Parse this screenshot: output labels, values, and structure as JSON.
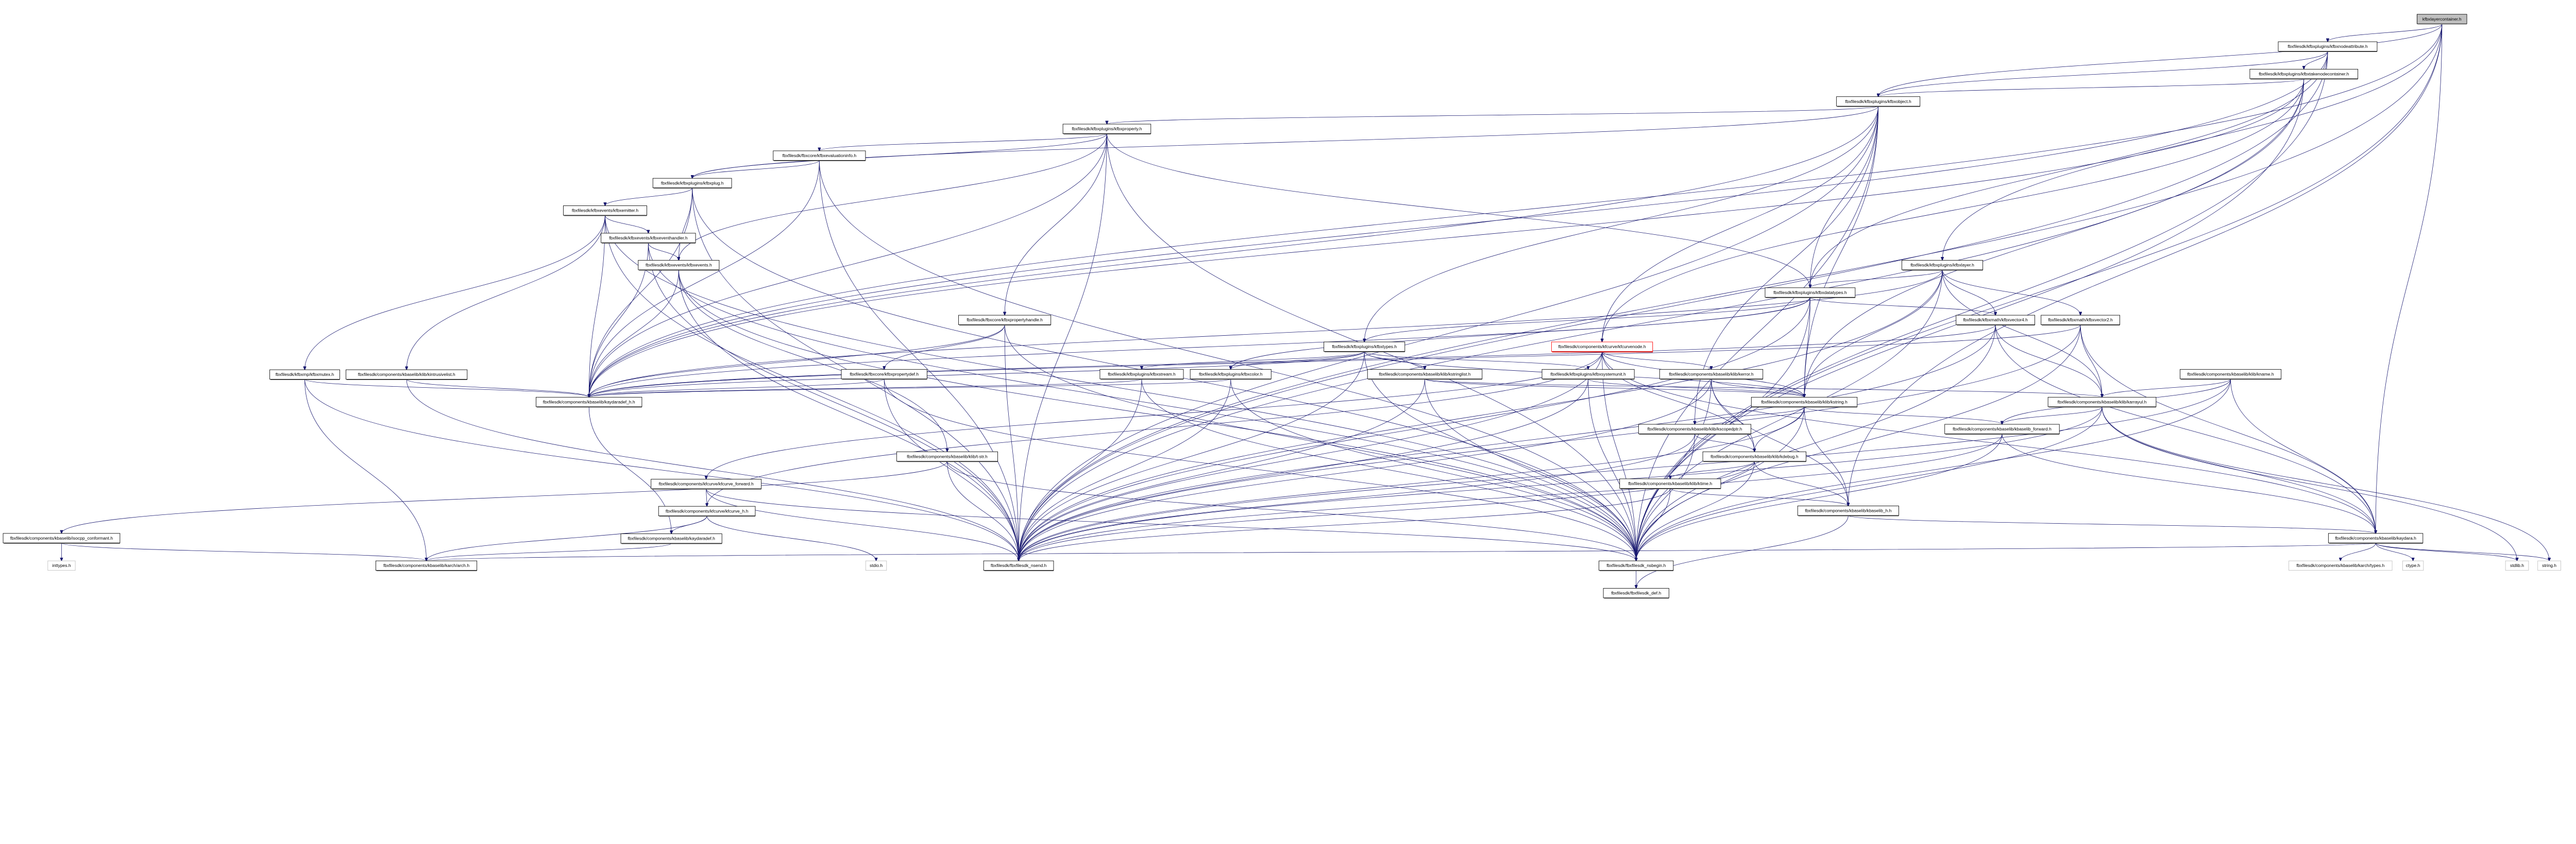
{
  "graph": {
    "title": "kfbxlayercontainer.h",
    "edge_color": "#191970",
    "nodes": [
      {
        "id": 0,
        "label": "kfbxlayercontainer.h",
        "style": "root"
      },
      {
        "id": 1,
        "label": "fbxfilesdk/kfbxplugins/kfbxnodeattribute.h",
        "style": "normal"
      },
      {
        "id": 2,
        "label": "fbxfilesdk/kfbxplugins/kfbxtakenodecontainer.h",
        "style": "normal"
      },
      {
        "id": 3,
        "label": "fbxfilesdk/kfbxplugins/kfbxobject.h",
        "style": "normal"
      },
      {
        "id": 4,
        "label": "fbxfilesdk/kfbxplugins/kfbxproperty.h",
        "style": "normal"
      },
      {
        "id": 5,
        "label": "fbxfilesdk/fbxcore/kfbxevaluationinfo.h",
        "style": "normal"
      },
      {
        "id": 6,
        "label": "fbxfilesdk/kfbxplugins/kfbxplug.h",
        "style": "normal"
      },
      {
        "id": 7,
        "label": "fbxfilesdk/kfbxevents/kfbxemitter.h",
        "style": "normal"
      },
      {
        "id": 8,
        "label": "fbxfilesdk/kfbxevents/kfbxeventhandler.h",
        "style": "normal"
      },
      {
        "id": 9,
        "label": "fbxfilesdk/kfbxevents/kfbxevents.h",
        "style": "normal"
      },
      {
        "id": 10,
        "label": "fbxfilesdk/kfbxplugins/kfbxlayer.h",
        "style": "normal"
      },
      {
        "id": 11,
        "label": "fbxfilesdk/kfbxplugins/kfbxdatatypes.h",
        "style": "normal"
      },
      {
        "id": 12,
        "label": "fbxfilesdk/fbxcore/kfbxpropertyhandle.h",
        "style": "normal"
      },
      {
        "id": 13,
        "label": "fbxfilesdk/kfbxmath/kfbxvector4.h",
        "style": "normal"
      },
      {
        "id": 14,
        "label": "fbxfilesdk/kfbxmath/kfbxvector2.h",
        "style": "normal"
      },
      {
        "id": 15,
        "label": "fbxfilesdk/kfbxplugins/kfbxtypes.h",
        "style": "normal"
      },
      {
        "id": 16,
        "label": "fbxfilesdk/components/kfcurve/kfcurvenode.h",
        "style": "highlight"
      },
      {
        "id": 17,
        "label": "fbxfilesdk/kfbxmp/kfbxmutex.h",
        "style": "normal"
      },
      {
        "id": 18,
        "label": "fbxfilesdk/components/kbaselib/klib/kintrusivelist.h",
        "style": "normal"
      },
      {
        "id": 19,
        "label": "fbxfilesdk/fbxcore/kfbxpropertydef.h",
        "style": "normal"
      },
      {
        "id": 20,
        "label": "fbxfilesdk/kfbxplugins/kfbxstream.h",
        "style": "normal"
      },
      {
        "id": 21,
        "label": "fbxfilesdk/kfbxplugins/kfbxcolor.h",
        "style": "normal"
      },
      {
        "id": 22,
        "label": "fbxfilesdk/components/kbaselib/klib/kstringlist.h",
        "style": "normal"
      },
      {
        "id": 23,
        "label": "fbxfilesdk/kfbxplugins/kfbxsystemunit.h",
        "style": "normal"
      },
      {
        "id": 24,
        "label": "fbxfilesdk/components/kbaselib/klib/kerror.h",
        "style": "normal"
      },
      {
        "id": 25,
        "label": "fbxfilesdk/components/kbaselib/klib/kname.h",
        "style": "normal"
      },
      {
        "id": 26,
        "label": "fbxfilesdk/components/kbaselib/kaydaradef_h.h",
        "style": "normal"
      },
      {
        "id": 27,
        "label": "fbxfilesdk/components/kbaselib/klib/kstring.h",
        "style": "normal"
      },
      {
        "id": 28,
        "label": "fbxfilesdk/components/kbaselib/klib/karrayul.h",
        "style": "normal"
      },
      {
        "id": 29,
        "label": "fbxfilesdk/components/kbaselib/klib/kscopedptr.h",
        "style": "normal"
      },
      {
        "id": 30,
        "label": "fbxfilesdk/components/kbaselib/kbaselib_forward.h",
        "style": "normal"
      },
      {
        "id": 31,
        "label": "fbxfilesdk/components/kbaselib/klib/t-str.h",
        "style": "normal"
      },
      {
        "id": 32,
        "label": "fbxfilesdk/components/kbaselib/klib/kdebug.h",
        "style": "normal"
      },
      {
        "id": 33,
        "label": "fbxfilesdk/components/kfcurve/kfcurve_forward.h",
        "style": "normal"
      },
      {
        "id": 34,
        "label": "fbxfilesdk/components/kbaselib/klib/ktime.h",
        "style": "normal"
      },
      {
        "id": 35,
        "label": "fbxfilesdk/components/kfcurve/kfcurve_h.h",
        "style": "normal"
      },
      {
        "id": 36,
        "label": "fbxfilesdk/components/kbaselib/kbaselib_h.h",
        "style": "normal"
      },
      {
        "id": 37,
        "label": "fbxfilesdk/components/kbaselib/kaydaradef.h",
        "style": "normal"
      },
      {
        "id": 38,
        "label": "fbxfilesdk/components/kbaselib/isocpp_conformant.h",
        "style": "normal"
      },
      {
        "id": 39,
        "label": "fbxfilesdk/components/kbaselib/kaydara.h",
        "style": "normal"
      },
      {
        "id": 40,
        "label": "inttypes.h",
        "style": "system"
      },
      {
        "id": 41,
        "label": "fbxfilesdk/components/kbaselib/karch/arch.h",
        "style": "normal"
      },
      {
        "id": 42,
        "label": "stdio.h",
        "style": "system"
      },
      {
        "id": 43,
        "label": "fbxfilesdk/fbxfilesdk_nsend.h",
        "style": "normal"
      },
      {
        "id": 44,
        "label": "fbxfilesdk/fbxfilesdk_nsbegin.h",
        "style": "normal"
      },
      {
        "id": 45,
        "label": "fbxfilesdk/components/kbaselib/karch/types.h",
        "style": "system"
      },
      {
        "id": 46,
        "label": "ctype.h",
        "style": "system"
      },
      {
        "id": 47,
        "label": "stdlib.h",
        "style": "system"
      },
      {
        "id": 48,
        "label": "string.h",
        "style": "system"
      },
      {
        "id": 49,
        "label": "fbxfilesdk/fbxfilesdk_def.h",
        "style": "normal"
      }
    ],
    "edges": [
      [
        0,
        1
      ],
      [
        0,
        10
      ],
      [
        0,
        26
      ],
      [
        0,
        43
      ],
      [
        0,
        44
      ],
      [
        0,
        39
      ],
      [
        0,
        3
      ],
      [
        0,
        36
      ],
      [
        1,
        2
      ],
      [
        1,
        3
      ],
      [
        1,
        26
      ],
      [
        1,
        43
      ],
      [
        1,
        44
      ],
      [
        1,
        11
      ],
      [
        2,
        3
      ],
      [
        2,
        26
      ],
      [
        2,
        43
      ],
      [
        2,
        44
      ],
      [
        2,
        16
      ],
      [
        2,
        27
      ],
      [
        3,
        4
      ],
      [
        3,
        11
      ],
      [
        3,
        15
      ],
      [
        3,
        16
      ],
      [
        3,
        6
      ],
      [
        3,
        26
      ],
      [
        3,
        43
      ],
      [
        3,
        44
      ],
      [
        3,
        27
      ],
      [
        3,
        29
      ],
      [
        4,
        5
      ],
      [
        4,
        6
      ],
      [
        4,
        12
      ],
      [
        4,
        26
      ],
      [
        4,
        43
      ],
      [
        4,
        44
      ],
      [
        4,
        9
      ],
      [
        4,
        11
      ],
      [
        5,
        6
      ],
      [
        5,
        26
      ],
      [
        5,
        43
      ],
      [
        5,
        44
      ],
      [
        6,
        7
      ],
      [
        6,
        9
      ],
      [
        6,
        26
      ],
      [
        6,
        43
      ],
      [
        6,
        44
      ],
      [
        7,
        8
      ],
      [
        7,
        26
      ],
      [
        7,
        43
      ],
      [
        7,
        44
      ],
      [
        7,
        17
      ],
      [
        7,
        18
      ],
      [
        8,
        9
      ],
      [
        8,
        26
      ],
      [
        8,
        43
      ],
      [
        8,
        44
      ],
      [
        9,
        26
      ],
      [
        9,
        43
      ],
      [
        9,
        44
      ],
      [
        9,
        31
      ],
      [
        10,
        11
      ],
      [
        10,
        13
      ],
      [
        10,
        14
      ],
      [
        10,
        27
      ],
      [
        10,
        28
      ],
      [
        10,
        26
      ],
      [
        10,
        43
      ],
      [
        10,
        44
      ],
      [
        11,
        13
      ],
      [
        11,
        15
      ],
      [
        11,
        21
      ],
      [
        11,
        27
      ],
      [
        11,
        26
      ],
      [
        11,
        43
      ],
      [
        11,
        44
      ],
      [
        12,
        19
      ],
      [
        12,
        26
      ],
      [
        12,
        43
      ],
      [
        12,
        44
      ],
      [
        13,
        28
      ],
      [
        13,
        39
      ],
      [
        13,
        26
      ],
      [
        13,
        43
      ],
      [
        13,
        44
      ],
      [
        14,
        28
      ],
      [
        14,
        39
      ],
      [
        14,
        26
      ],
      [
        14,
        43
      ],
      [
        14,
        44
      ],
      [
        15,
        22
      ],
      [
        15,
        23
      ],
      [
        15,
        21
      ],
      [
        15,
        20
      ],
      [
        15,
        27
      ],
      [
        15,
        26
      ],
      [
        15,
        43
      ],
      [
        15,
        44
      ],
      [
        16,
        24
      ],
      [
        16,
        27
      ],
      [
        16,
        33
      ],
      [
        16,
        35
      ],
      [
        16,
        32
      ],
      [
        16,
        43
      ],
      [
        16,
        44
      ],
      [
        16,
        39
      ],
      [
        17,
        26
      ],
      [
        17,
        41
      ],
      [
        17,
        43
      ],
      [
        18,
        26
      ],
      [
        18,
        43
      ],
      [
        19,
        26
      ],
      [
        19,
        43
      ],
      [
        19,
        44
      ],
      [
        20,
        26
      ],
      [
        20,
        43
      ],
      [
        20,
        44
      ],
      [
        21,
        26
      ],
      [
        21,
        43
      ],
      [
        21,
        44
      ],
      [
        22,
        27
      ],
      [
        22,
        28
      ],
      [
        22,
        43
      ],
      [
        22,
        44
      ],
      [
        23,
        27
      ],
      [
        23,
        43
      ],
      [
        23,
        44
      ],
      [
        24,
        27
      ],
      [
        24,
        32
      ],
      [
        24,
        36
      ],
      [
        24,
        43
      ],
      [
        24,
        44
      ],
      [
        25,
        28
      ],
      [
        25,
        30
      ],
      [
        25,
        39
      ],
      [
        25,
        43
      ],
      [
        25,
        44
      ],
      [
        26,
        37
      ],
      [
        27,
        29
      ],
      [
        27,
        32
      ],
      [
        27,
        36
      ],
      [
        27,
        30
      ],
      [
        27,
        43
      ],
      [
        27,
        44
      ],
      [
        28,
        30
      ],
      [
        28,
        39
      ],
      [
        28,
        47
      ],
      [
        28,
        48
      ],
      [
        28,
        43
      ],
      [
        28,
        44
      ],
      [
        29,
        32
      ],
      [
        29,
        43
      ],
      [
        29,
        44
      ],
      [
        30,
        43
      ],
      [
        30,
        44
      ],
      [
        30,
        39
      ],
      [
        31,
        38
      ],
      [
        31,
        43
      ],
      [
        31,
        44
      ],
      [
        32,
        34
      ],
      [
        32,
        36
      ],
      [
        32,
        43
      ],
      [
        32,
        44
      ],
      [
        33,
        35
      ],
      [
        33,
        43
      ],
      [
        33,
        44
      ],
      [
        34,
        36
      ],
      [
        34,
        43
      ],
      [
        34,
        44
      ],
      [
        35,
        37
      ],
      [
        35,
        41
      ],
      [
        35,
        42
      ],
      [
        36,
        39
      ],
      [
        36,
        49
      ],
      [
        37,
        41
      ],
      [
        38,
        40
      ],
      [
        38,
        41
      ],
      [
        39,
        45
      ],
      [
        39,
        46
      ],
      [
        39,
        47
      ],
      [
        39,
        48
      ],
      [
        39,
        41
      ],
      [
        44,
        49
      ]
    ]
  }
}
